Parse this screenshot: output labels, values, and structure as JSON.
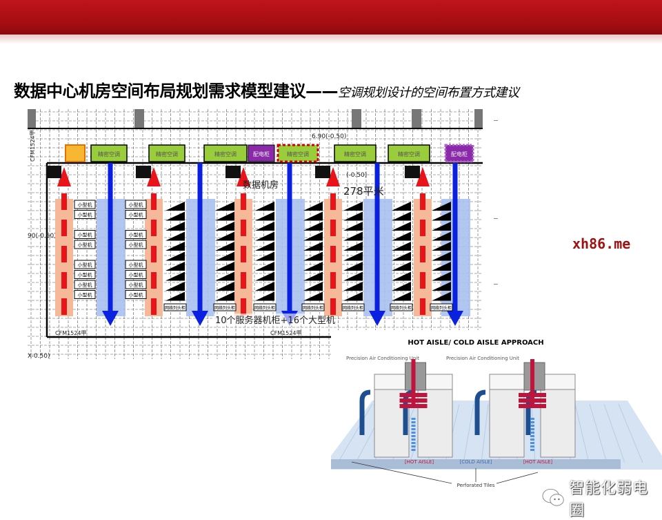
{
  "slide": {
    "title": "数据中心机房空间布局规划需求模型建议",
    "separator": "——",
    "subtitle": "空调规划设计的空间布置方式建议",
    "site_watermark": "xh86.me",
    "brand_watermark": "智能化弱电圈"
  },
  "floor_plan": {
    "crac_label": "精密空调",
    "ups_label": "配电柜",
    "small_server_label": "小型机",
    "network_cabinet_label": "网络列头柜",
    "room_name": "数据机房",
    "room_area": "278平米",
    "capacity_note": "10个服务器机柜+16个大型机",
    "door_label": "CFM1524甲",
    "elevation_top": "6.90(-0.50)",
    "elevation_mid": "(-0.50)",
    "elevation_left": "90(-0.50)",
    "elevation_bottom": "X-0.50)",
    "colors": {
      "hot": "#e8141a",
      "hot_band": "#f5b99a",
      "cold": "#0a22e0",
      "cold_band": "#a9c0f0",
      "crac": "#9acd3c",
      "ups": "#8a2aa8"
    }
  },
  "airflow_diagram": {
    "title": "HOT AISLE/ COLD AISLE  APPROACH",
    "unit_label_1": "Precision Air Conditioning Unit",
    "unit_label_2": "Precision Air Conditioning Unit",
    "hot_aisle": "[HOT AISLE]",
    "cold_aisle": "[COLD AISLE]",
    "hot_aisle_2": "[HOT AISLE]",
    "tiles": "Perforated Tiles"
  }
}
